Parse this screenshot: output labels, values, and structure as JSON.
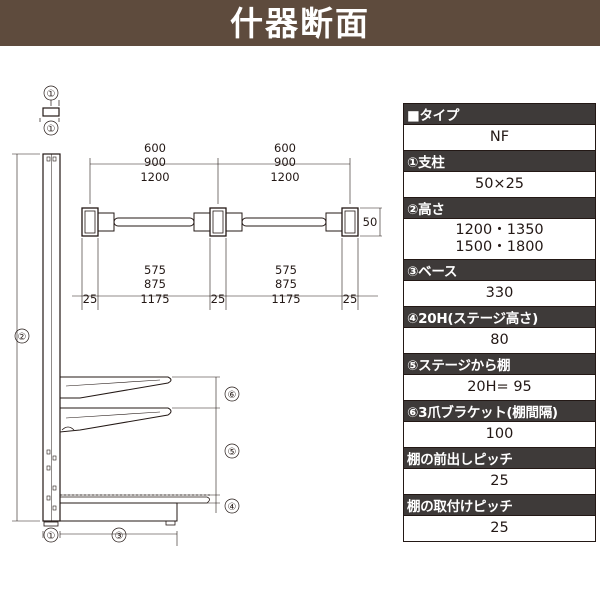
{
  "header": {
    "title": "什器断面"
  },
  "diagram": {
    "circle_labels": {
      "c1_top": "①",
      "c1_mid": "①",
      "c2": "②",
      "c6": "⑥",
      "c5": "⑤",
      "c4": "④",
      "c1_bottom": "①",
      "c3": "③"
    },
    "top_dims": {
      "left": [
        "600",
        "900",
        "1200"
      ],
      "right": [
        "600",
        "900",
        "1200"
      ]
    },
    "bottom_dims": {
      "left": [
        "575",
        "875",
        "1175"
      ],
      "right": [
        "575",
        "875",
        "1175"
      ],
      "ends": [
        "25",
        "25",
        "25"
      ]
    },
    "height_dim": "50"
  },
  "spec": {
    "rows": [
      {
        "label": "■タイプ",
        "values": [
          "NF"
        ]
      },
      {
        "label": "①支柱",
        "values": [
          "50×25"
        ]
      },
      {
        "label": "②高さ",
        "values": [
          "1200・1350",
          "1500・1800"
        ]
      },
      {
        "label": "③ベース",
        "values": [
          "330"
        ]
      },
      {
        "label": "④20H(ステージ高さ)",
        "values": [
          "80"
        ]
      },
      {
        "label": "⑤ステージから棚",
        "values": [
          "20H= 95"
        ]
      },
      {
        "label": "⑥3爪ブラケット(棚間隔)",
        "values": [
          "100"
        ]
      },
      {
        "label": "棚の前出しピッチ",
        "values": [
          "25"
        ]
      },
      {
        "label": "棚の取付けピッチ",
        "values": [
          "25"
        ]
      }
    ]
  }
}
